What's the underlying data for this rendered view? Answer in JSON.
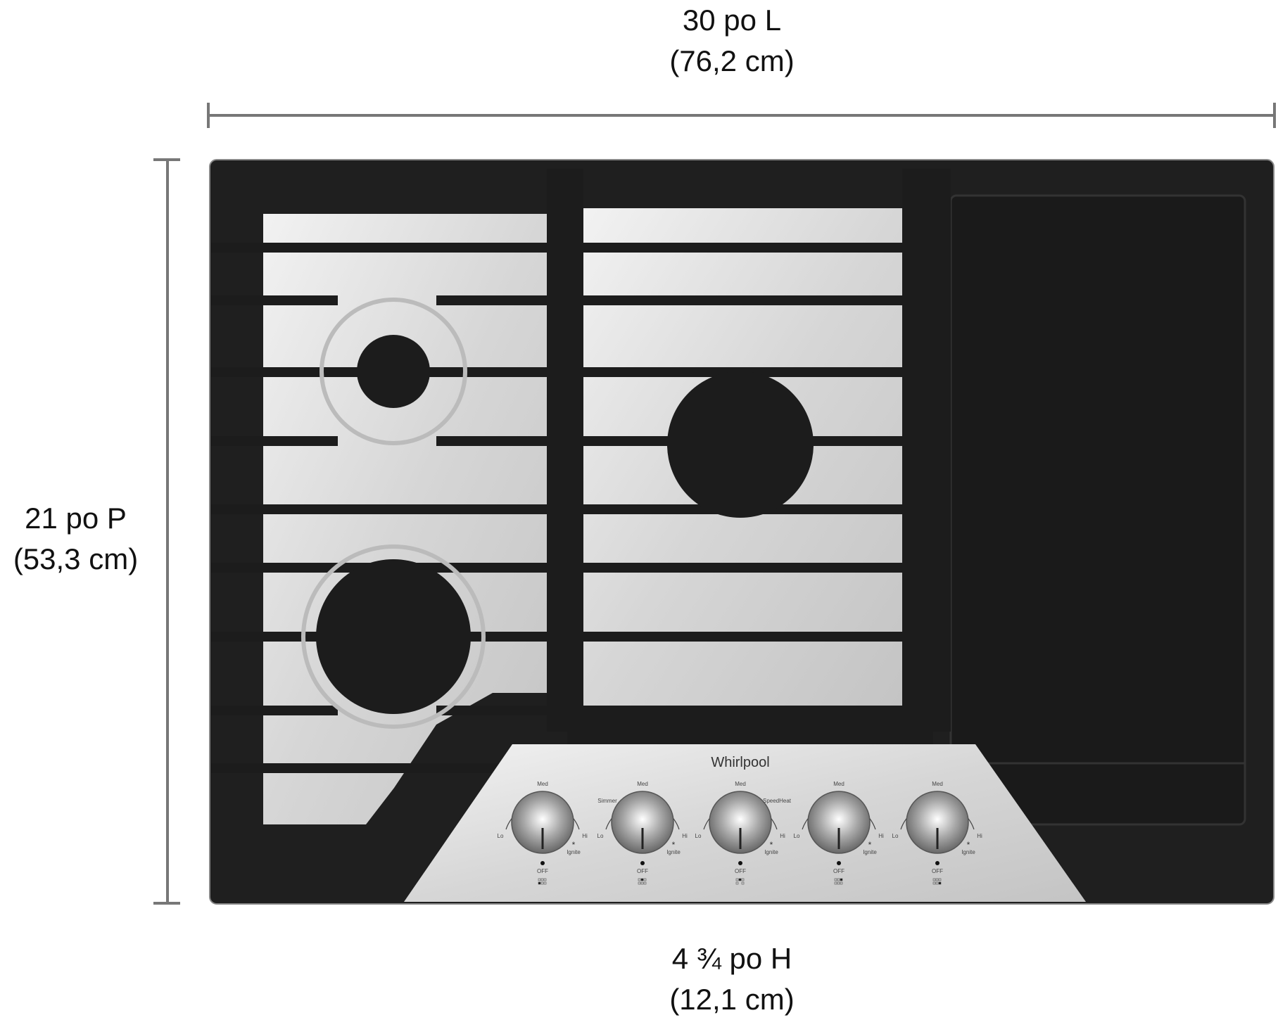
{
  "dimensions": {
    "width": {
      "label": "30 po L",
      "metric": "(76,2 cm)"
    },
    "depth": {
      "label": "21 po P",
      "metric": "(53,3 cm)"
    },
    "height": {
      "label": "4 ¾ po H",
      "metric": "(12,1 cm)"
    }
  },
  "brand": "Whirlpool",
  "knobs": [
    {
      "top": "Med",
      "left": "Lo",
      "right": "Hi",
      "ignite": "Ignite",
      "off": "OFF",
      "arc_left": "",
      "arc_right": ""
    },
    {
      "top": "Med",
      "left": "Lo",
      "right": "Hi",
      "ignite": "Ignite",
      "off": "OFF",
      "arc_left": "Simmer",
      "arc_right": ""
    },
    {
      "top": "Med",
      "left": "Lo",
      "right": "Hi",
      "ignite": "Ignite",
      "off": "OFF",
      "arc_left": "",
      "arc_right": "SpeedHeat"
    },
    {
      "top": "Med",
      "left": "Lo",
      "right": "Hi",
      "ignite": "Ignite",
      "off": "OFF",
      "arc_left": "",
      "arc_right": ""
    },
    {
      "top": "Med",
      "left": "Lo",
      "right": "Hi",
      "ignite": "Ignite",
      "off": "OFF",
      "arc_left": "",
      "arc_right": ""
    }
  ],
  "colors": {
    "grate": "#1c1c1c",
    "steel": "#d9d9d9",
    "dimension_line": "#777777"
  }
}
